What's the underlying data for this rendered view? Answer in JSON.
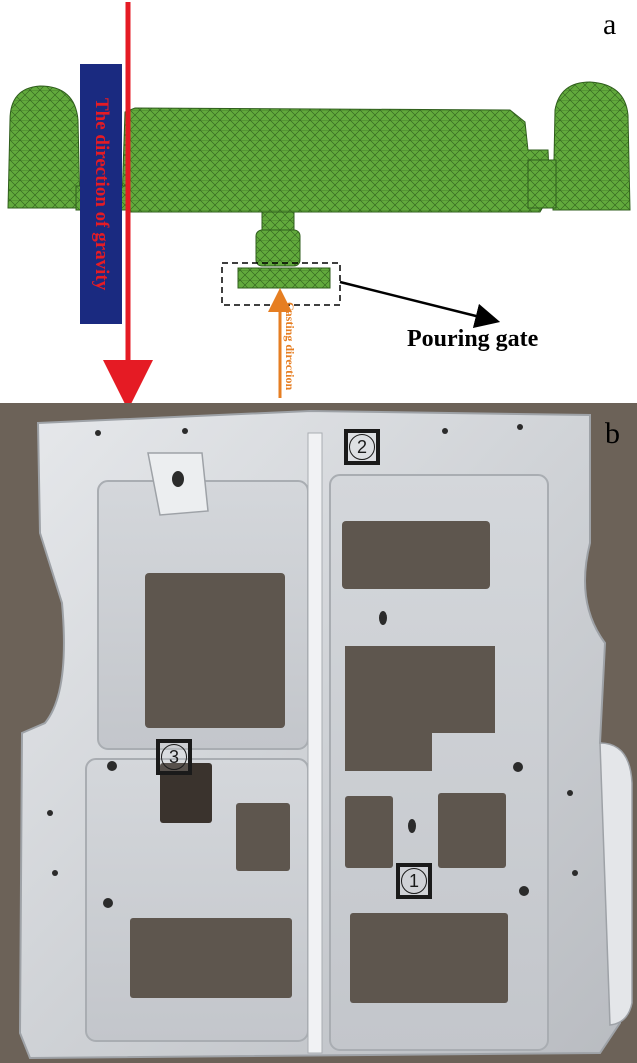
{
  "panel_a": {
    "label": "a",
    "gravity_label": "The direction of gravity",
    "casting_label": "Casting direction",
    "pouring_gate_label": "Pouring gate",
    "colors": {
      "mesh": "#5fa63a",
      "gravity_arrow": "#e51b24",
      "gravity_box": "#1a2a80",
      "casting_arrow": "#e67e22"
    }
  },
  "panel_b": {
    "label": "b",
    "markers": [
      "2",
      "3",
      "1"
    ],
    "colors": {
      "casting_surface": "#d9dbde",
      "cutout": "#5e564e",
      "background": "#6c6258"
    }
  }
}
